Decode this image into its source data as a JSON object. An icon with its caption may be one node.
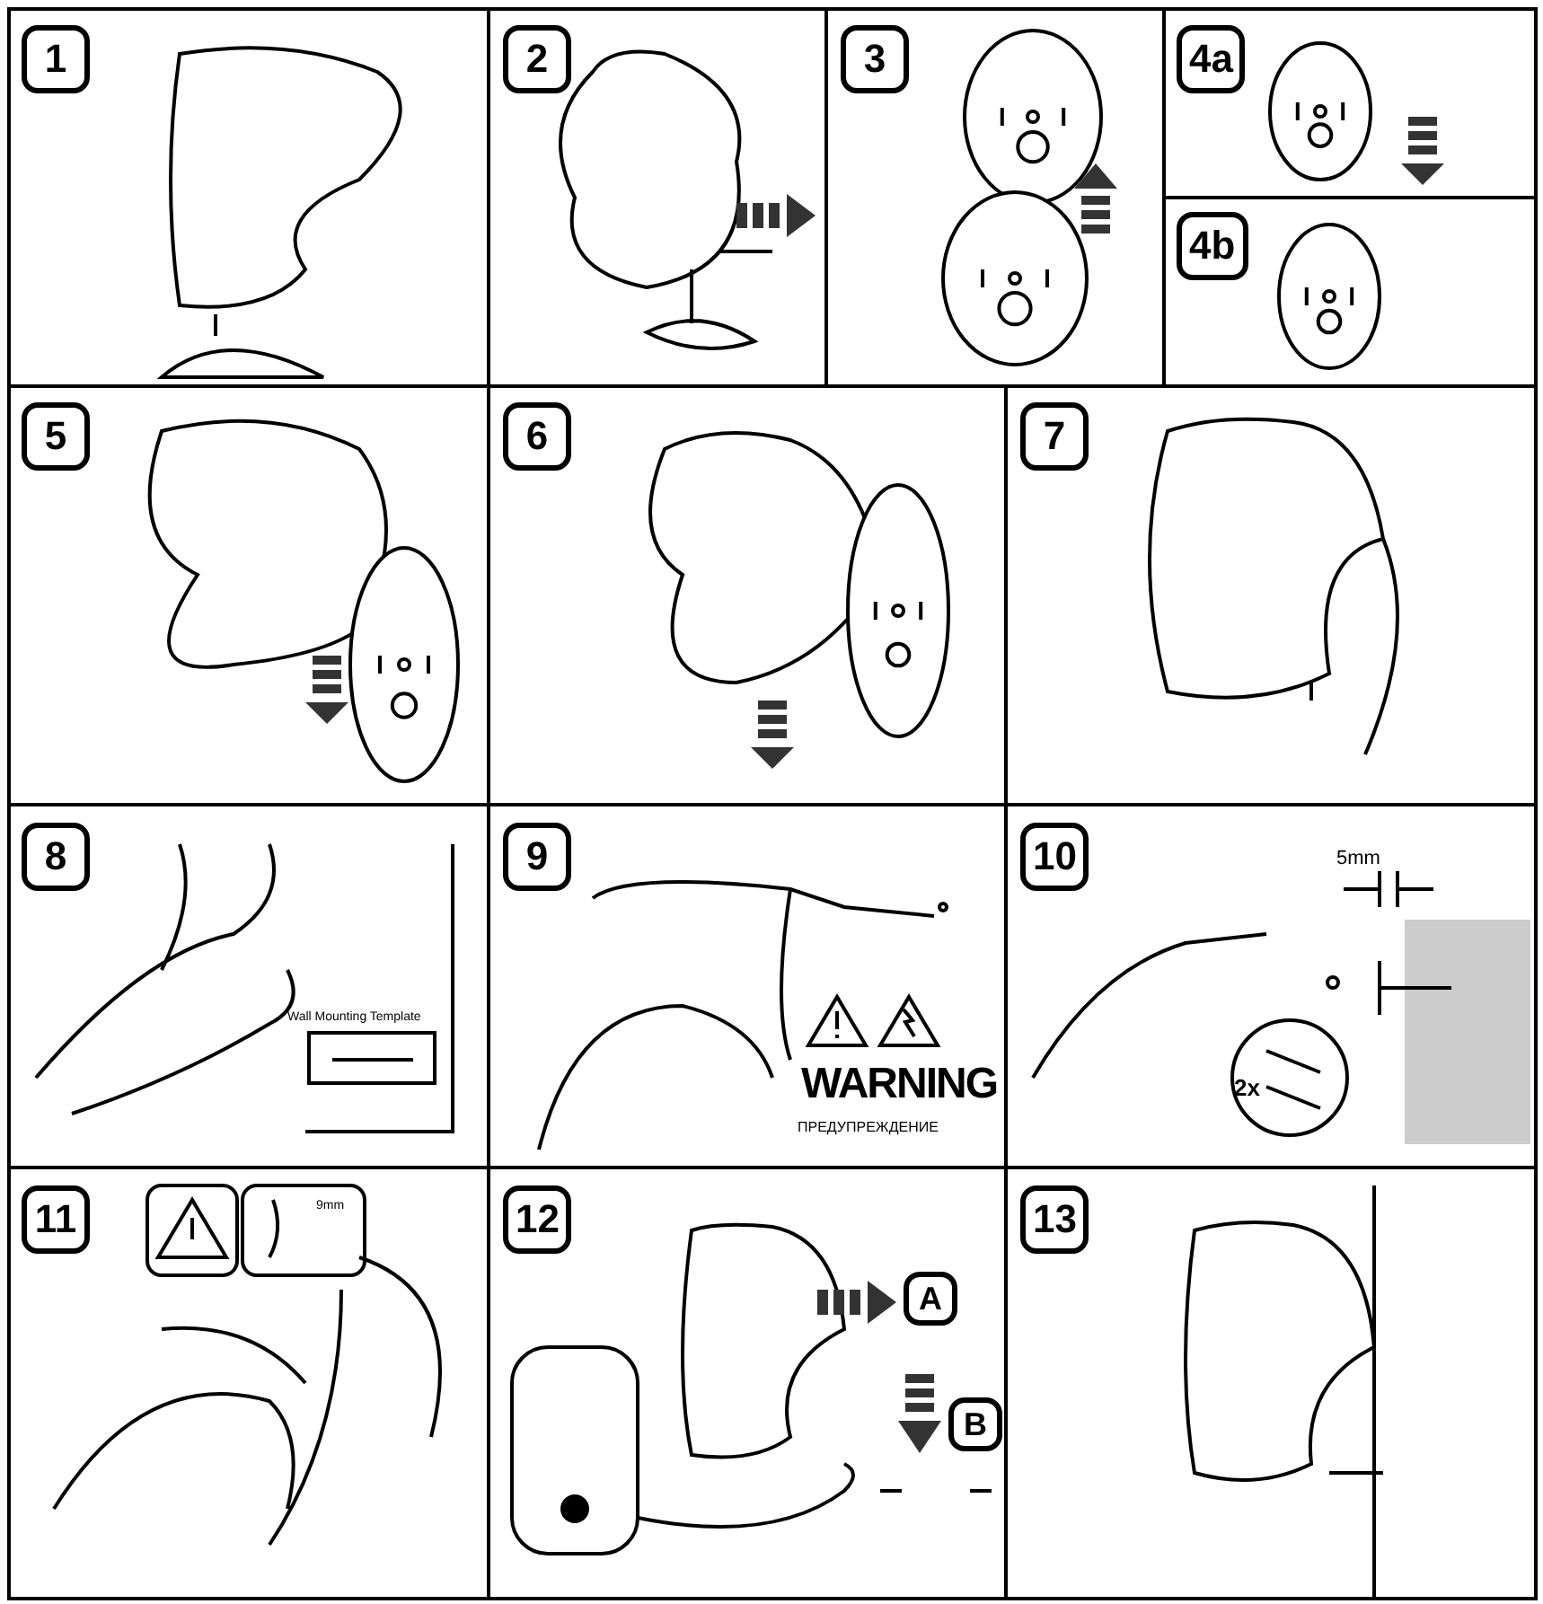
{
  "diagram": {
    "nodes": [
      {
        "text": [
          "1"
        ]
      },
      {
        "text": [
          "2"
        ]
      },
      {
        "text": [
          "3"
        ]
      },
      {
        "text": [
          "4a"
        ]
      },
      {
        "text": [
          "4b"
        ]
      },
      {
        "text": [
          "5"
        ]
      },
      {
        "text": [
          "6"
        ]
      },
      {
        "text": [
          "7"
        ]
      },
      {
        "text": [
          "8"
        ]
      },
      {
        "text": [
          "9"
        ]
      },
      {
        "text": [
          "10"
        ]
      },
      {
        "text": [
          "11"
        ]
      },
      {
        "text": [
          "12"
        ]
      },
      {
        "text": [
          "13"
        ]
      },
      {
        "text": [
          "A"
        ]
      },
      {
        "text": [
          "B"
        ]
      }
    ],
    "labels": [
      "Wall Mounting Template",
      "WARNING",
      "ПРЕДУПРЕЖДЕНИЕ",
      "5mm",
      "2x",
      "9mm"
    ]
  }
}
